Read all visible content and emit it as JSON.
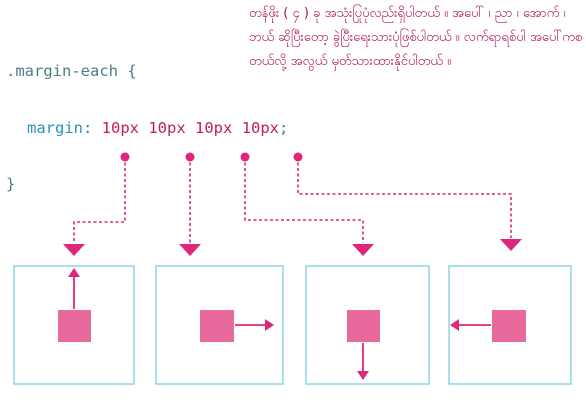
{
  "explanation": {
    "text": "တန်ဖိုး ( ၄ ) ခု အသုံးပြုပုံလည်းရှိပါတယ် ။ အပေါ် ၊ ညာ ၊ အောက် ၊ ဘယ် ဆိုပြီးတော့ ခွဲပြီးရေးသားပုံဖြစ်ပါတယ် ။ လက်ရာရစ်ပါ အပေါ်ကစတယ်လို့ အလွယ် မှတ်သားထားနိုင်ပါတယ် ။"
  },
  "code": {
    "selector": ".margin-each {",
    "property": "margin",
    "colon": ": ",
    "values": [
      "10px",
      "10px",
      "10px",
      "10px"
    ],
    "semicolon": ";",
    "close": "}"
  },
  "colors": {
    "accent": "#e0267a",
    "square": "#e8699c",
    "box_border": "#8fd3e8",
    "code_text": "#4d7a8a",
    "property": "#2f8fb5",
    "value": "#c01d63"
  },
  "diagram": {
    "directions": [
      "top",
      "right",
      "bottom",
      "left"
    ]
  }
}
